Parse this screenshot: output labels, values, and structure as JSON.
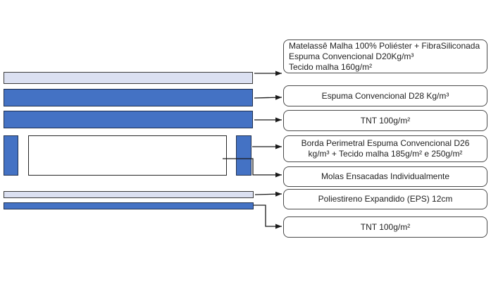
{
  "colors": {
    "layer_blue": "#4472C4",
    "layer_blue_border": "#1F3050",
    "layer_light": "#DBE0F1",
    "layer_light_border": "#3B3B3B",
    "core_border": "#262626",
    "box_border": "#4A4A4A",
    "connector": "#1A1A1A",
    "text": "#1F1F1F"
  },
  "labels": {
    "matelasse": {
      "line1": "Matelassê Malha 100% Poliéster + FibraSiliconada",
      "line2": "Espuma Convencional D20Kg/m³",
      "line3": "Tecido malha 160g/m²"
    },
    "espuma_d28": {
      "text": "Espuma Convencional D28 Kg/m³"
    },
    "tnt_upper": {
      "text": "TNT 100g/m²"
    },
    "borda": {
      "line1": "Borda Perimetral Espuma Convencional D26",
      "line2": "kg/m³ + Tecido malha 185g/m² e 250g/m²"
    },
    "molas": {
      "text": "Molas Ensacadas Individualmente"
    },
    "eps": {
      "text": "Poliestireno Expandido (EPS) 12cm"
    },
    "tnt_lower": {
      "text": "TNT 100g/m²"
    }
  }
}
